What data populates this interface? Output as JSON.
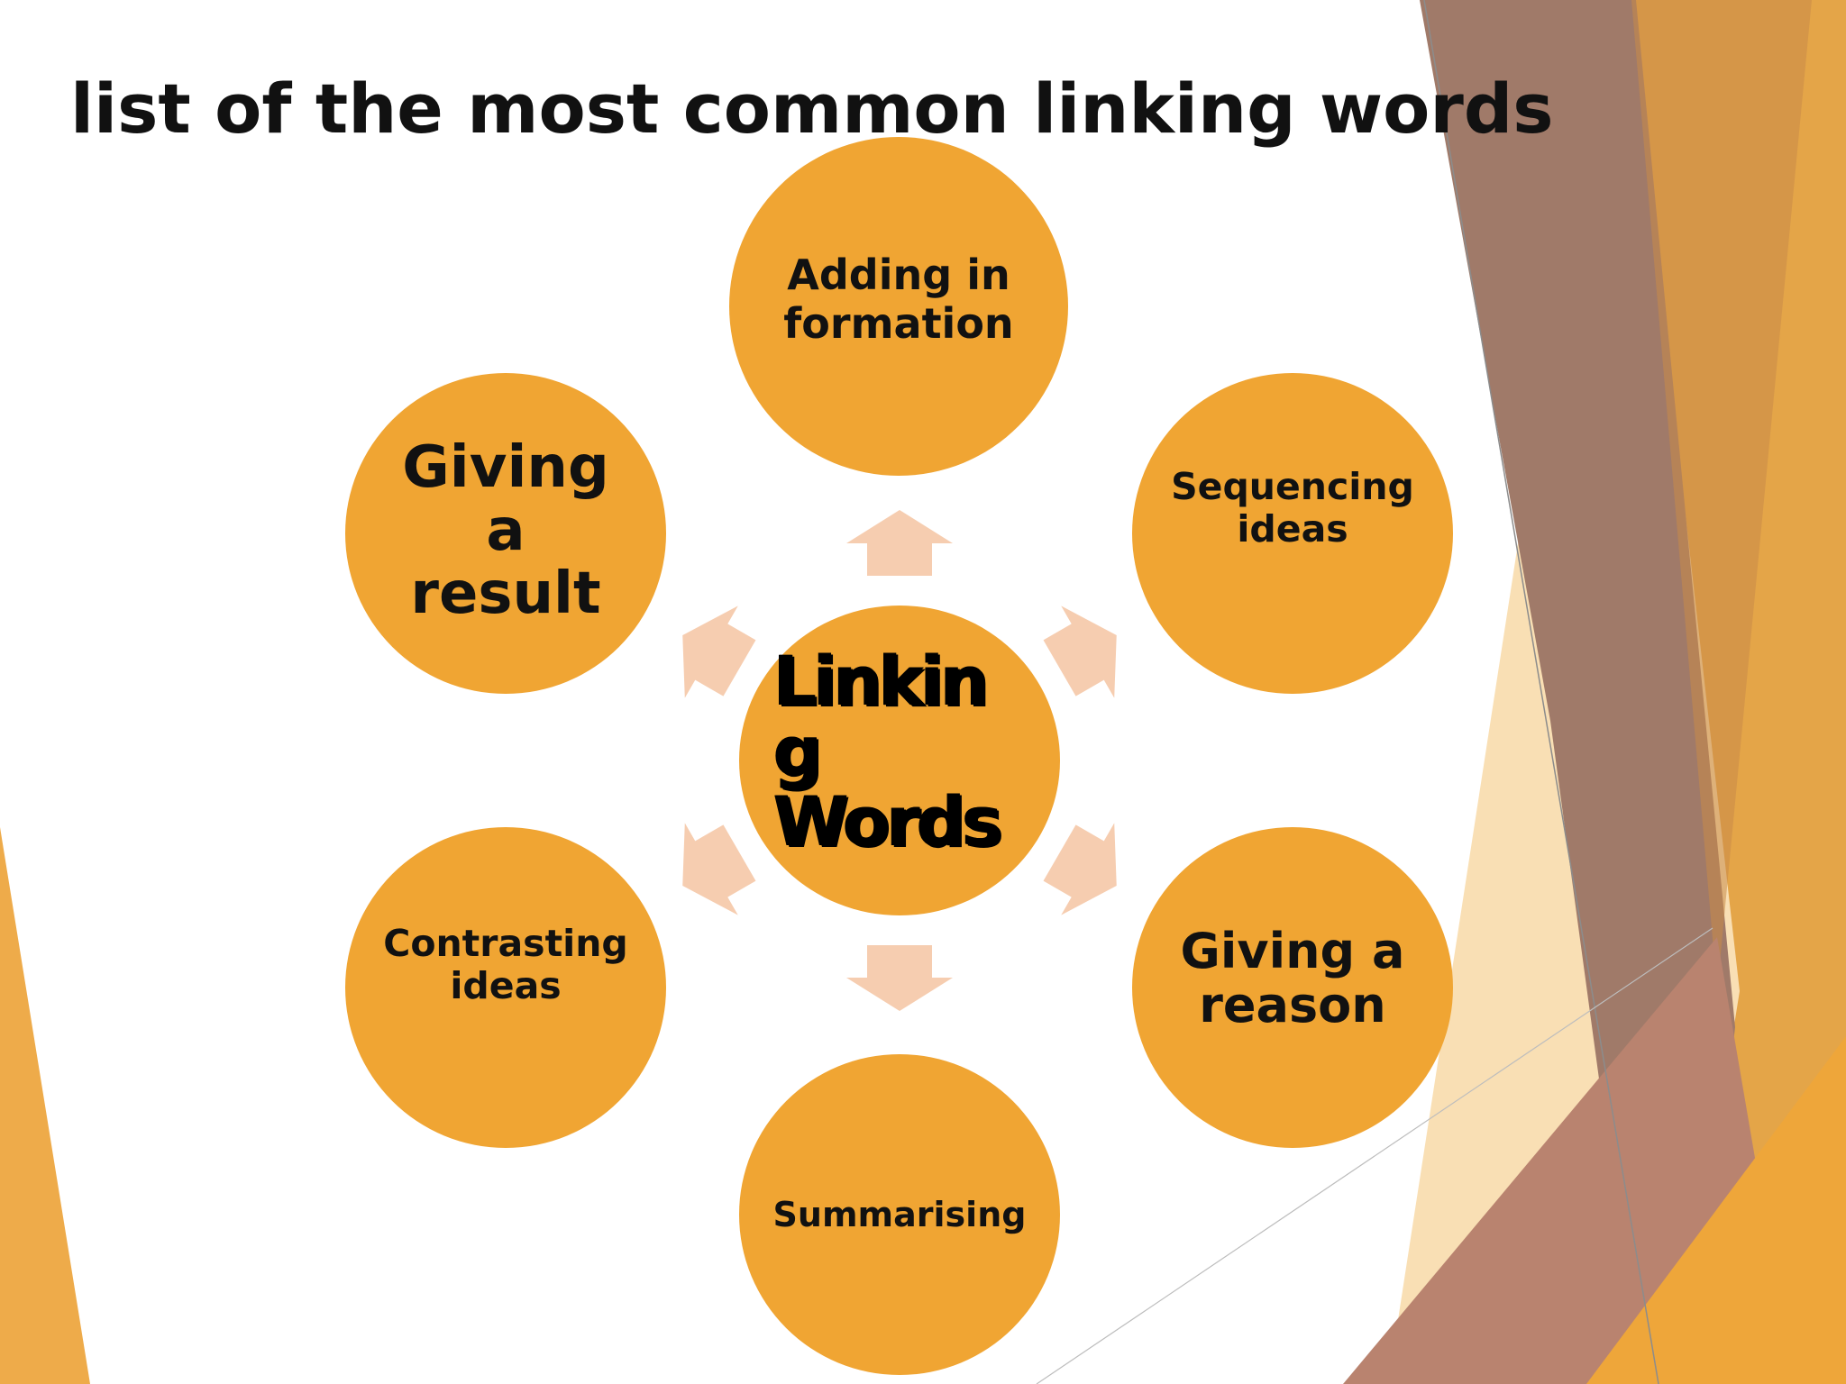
{
  "title": "list of the most common linking words",
  "center": "Linking Words",
  "nodes": {
    "adding": "Adding information",
    "sequencing": "Sequencing ideas",
    "reason": "Giving a reason",
    "summarising": "Summarising",
    "contrasting": "Contrasting ideas",
    "result": "Giving a result"
  },
  "colors": {
    "node_fill": "#f0a533",
    "arrow_fill": "#f6cdb0",
    "text": "#111111",
    "accent_brown": "#9c6b5e",
    "accent_gold": "#e8a94a"
  }
}
